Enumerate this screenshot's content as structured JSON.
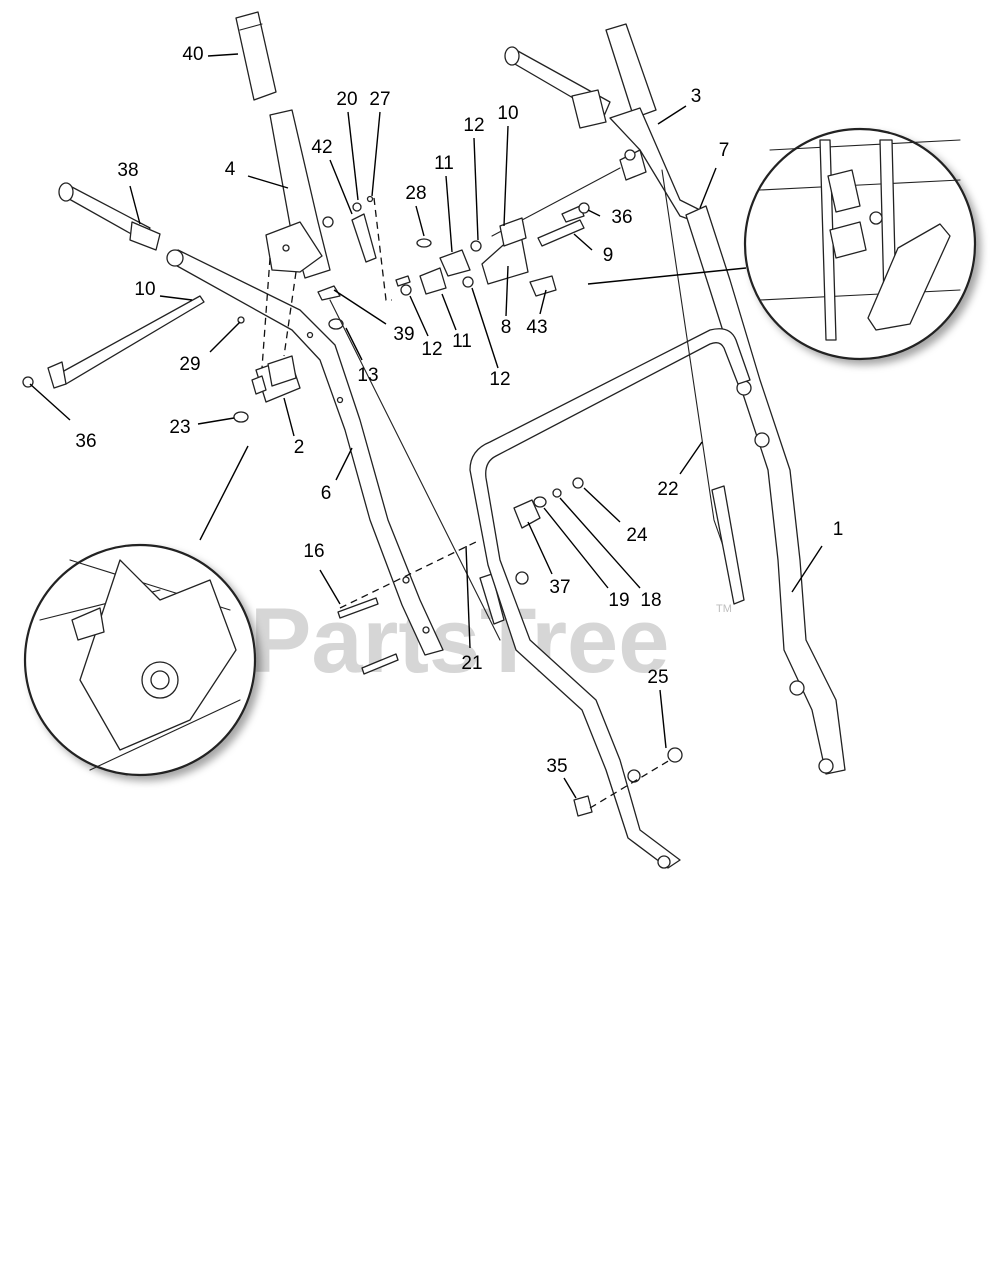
{
  "watermark": {
    "text": "PartsTree",
    "tm": "TM"
  },
  "callouts": [
    "40",
    "20",
    "27",
    "12",
    "10",
    "4",
    "42",
    "11",
    "28",
    "3",
    "7",
    "38",
    "36",
    "9",
    "10",
    "29",
    "39",
    "12",
    "11",
    "8",
    "43",
    "13",
    "12",
    "36",
    "23",
    "2",
    "6",
    "22",
    "24",
    "1",
    "37",
    "19",
    "18",
    "16",
    "21",
    "25",
    "35"
  ]
}
